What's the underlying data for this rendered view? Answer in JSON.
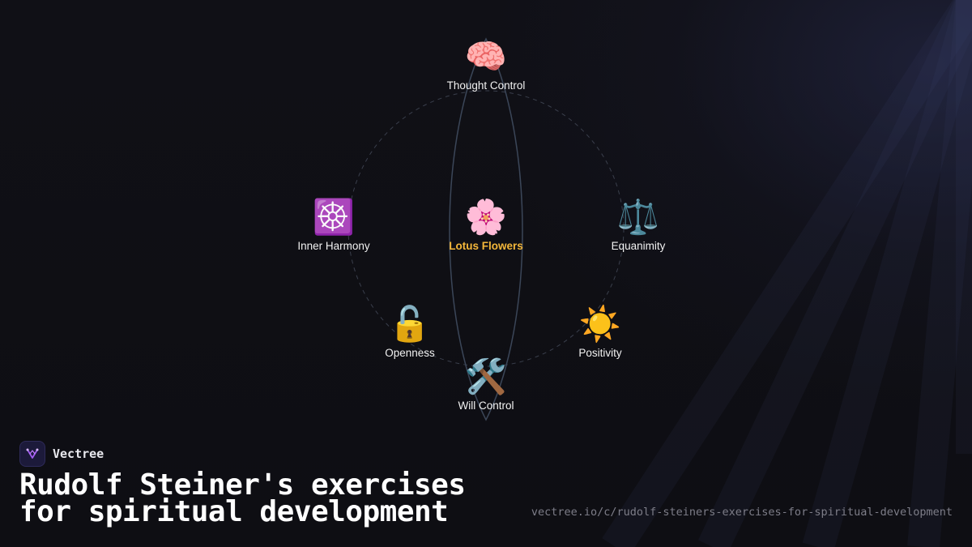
{
  "diagram": {
    "center": {
      "icon": "🌸",
      "icon_name": "lotus-icon",
      "label": "Lotus Flowers"
    },
    "nodes": [
      {
        "id": "thought-control",
        "icon": "🧠",
        "icon_name": "brain-icon",
        "label": "Thought Control"
      },
      {
        "id": "inner-harmony",
        "icon": "☸️",
        "icon_name": "dharma-wheel-icon",
        "label": "Inner Harmony"
      },
      {
        "id": "equanimity",
        "icon": "⚖️",
        "icon_name": "balance-scale-icon",
        "label": "Equanimity"
      },
      {
        "id": "openness",
        "icon": "🔓",
        "icon_name": "unlocked-padlock-icon",
        "label": "Openness"
      },
      {
        "id": "positivity",
        "icon": "☀️",
        "icon_name": "sun-icon",
        "label": "Positivity"
      },
      {
        "id": "will-control",
        "icon": "🛠️",
        "icon_name": "hammer-and-wrench-icon",
        "label": "Will Control"
      }
    ],
    "colors": {
      "center_label": "#f4b73a",
      "node_label": "#f2f2f2",
      "lines": "#3b4658"
    }
  },
  "brand": {
    "name": "Vectree",
    "logo_icon": "vectree-logo-icon"
  },
  "title_lines": [
    "Rudolf Steiner's exercises",
    "for spiritual development"
  ],
  "url": "vectree.io/c/rudolf-steiners-exercises-for-spiritual-development"
}
